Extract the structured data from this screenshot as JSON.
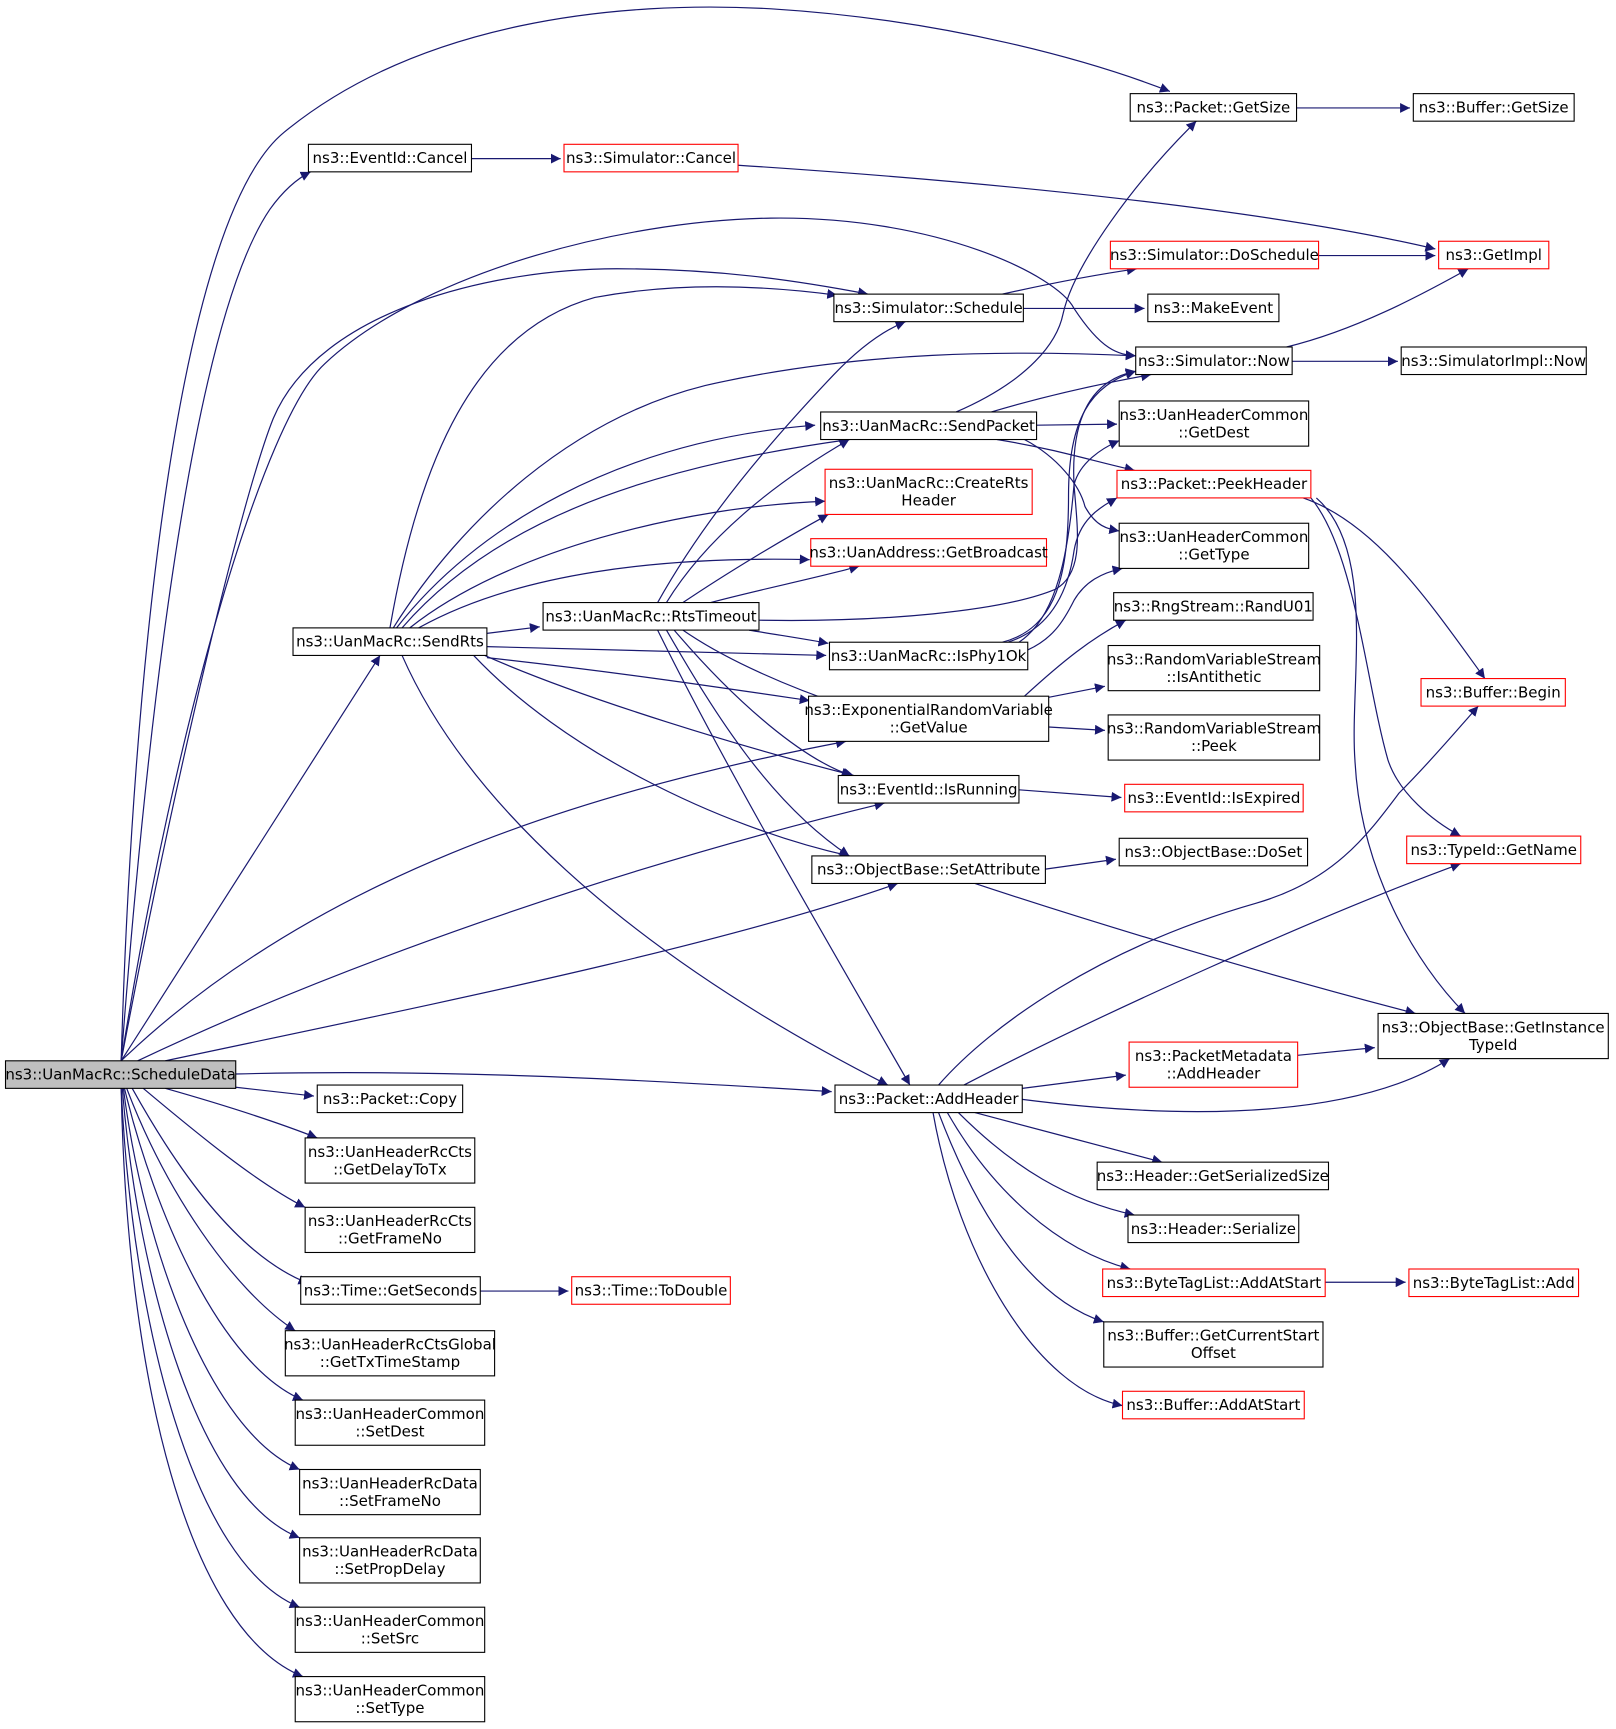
{
  "graph": {
    "colors": {
      "edge": "#191970",
      "border_normal": "#000000",
      "border_truncated": "#ff0000",
      "root_fill": "#bfbfbf",
      "fill": "#ffffff"
    },
    "nodes": [
      {
        "id": "root",
        "lines": [
          "ns3::UanMacRc::ScheduleData"
        ],
        "style": "root"
      },
      {
        "id": "getsize",
        "lines": [
          "ns3::Packet::GetSize"
        ],
        "style": "normal"
      },
      {
        "id": "bufgetsize",
        "lines": [
          "ns3::Buffer::GetSize"
        ],
        "style": "normal"
      },
      {
        "id": "evcancel",
        "lines": [
          "ns3::EventId::Cancel"
        ],
        "style": "normal"
      },
      {
        "id": "simcancel",
        "lines": [
          "ns3::Simulator::Cancel"
        ],
        "style": "truncated"
      },
      {
        "id": "getimpl",
        "lines": [
          "ns3::GetImpl"
        ],
        "style": "truncated"
      },
      {
        "id": "doschedule",
        "lines": [
          "ns3::Simulator::DoSchedule"
        ],
        "style": "truncated"
      },
      {
        "id": "schedule",
        "lines": [
          "ns3::Simulator::Schedule"
        ],
        "style": "normal"
      },
      {
        "id": "makeevent",
        "lines": [
          "ns3::MakeEvent"
        ],
        "style": "normal"
      },
      {
        "id": "simnow",
        "lines": [
          "ns3::Simulator::Now"
        ],
        "style": "normal"
      },
      {
        "id": "implnow",
        "lines": [
          "ns3::SimulatorImpl::Now"
        ],
        "style": "normal"
      },
      {
        "id": "sendpacket",
        "lines": [
          "ns3::UanMacRc::SendPacket"
        ],
        "style": "normal"
      },
      {
        "id": "getdest",
        "lines": [
          "ns3::UanHeaderCommon",
          "::GetDest"
        ],
        "style": "normal"
      },
      {
        "id": "createrts",
        "lines": [
          "ns3::UanMacRc::CreateRts",
          "Header"
        ],
        "style": "truncated"
      },
      {
        "id": "peekheader",
        "lines": [
          "ns3::Packet::PeekHeader"
        ],
        "style": "truncated"
      },
      {
        "id": "gettype",
        "lines": [
          "ns3::UanHeaderCommon",
          "::GetType"
        ],
        "style": "normal"
      },
      {
        "id": "getbroadcast",
        "lines": [
          "ns3::UanAddress::GetBroadcast"
        ],
        "style": "truncated"
      },
      {
        "id": "rtstimeout",
        "lines": [
          "ns3::UanMacRc::RtsTimeout"
        ],
        "style": "normal"
      },
      {
        "id": "randu01",
        "lines": [
          "ns3::RngStream::RandU01"
        ],
        "style": "normal"
      },
      {
        "id": "sendrts",
        "lines": [
          "ns3::UanMacRc::SendRts"
        ],
        "style": "normal"
      },
      {
        "id": "isphy1ok",
        "lines": [
          "ns3::UanMacRc::IsPhy1Ok"
        ],
        "style": "normal"
      },
      {
        "id": "isantithetic",
        "lines": [
          "ns3::RandomVariableStream",
          "::IsAntithetic"
        ],
        "style": "normal"
      },
      {
        "id": "bufbegin",
        "lines": [
          "ns3::Buffer::Begin"
        ],
        "style": "truncated"
      },
      {
        "id": "expgetvalue",
        "lines": [
          "ns3::ExponentialRandomVariable",
          "::GetValue"
        ],
        "style": "normal"
      },
      {
        "id": "peek",
        "lines": [
          "ns3::RandomVariableStream",
          "::Peek"
        ],
        "style": "normal"
      },
      {
        "id": "isrunning",
        "lines": [
          "ns3::EventId::IsRunning"
        ],
        "style": "normal"
      },
      {
        "id": "isexpired",
        "lines": [
          "ns3::EventId::IsExpired"
        ],
        "style": "truncated"
      },
      {
        "id": "getname",
        "lines": [
          "ns3::TypeId::GetName"
        ],
        "style": "truncated"
      },
      {
        "id": "setattr",
        "lines": [
          "ns3::ObjectBase::SetAttribute"
        ],
        "style": "normal"
      },
      {
        "id": "doset",
        "lines": [
          "ns3::ObjectBase::DoSet"
        ],
        "style": "normal"
      },
      {
        "id": "getinst",
        "lines": [
          "ns3::ObjectBase::GetInstance",
          "TypeId"
        ],
        "style": "normal"
      },
      {
        "id": "metaadd",
        "lines": [
          "ns3::PacketMetadata",
          "::AddHeader"
        ],
        "style": "truncated"
      },
      {
        "id": "addheader",
        "lines": [
          "ns3::Packet::AddHeader"
        ],
        "style": "normal"
      },
      {
        "id": "copy",
        "lines": [
          "ns3::Packet::Copy"
        ],
        "style": "normal"
      },
      {
        "id": "getdelay",
        "lines": [
          "ns3::UanHeaderRcCts",
          "::GetDelayToTx"
        ],
        "style": "normal"
      },
      {
        "id": "getserial",
        "lines": [
          "ns3::Header::GetSerializedSize"
        ],
        "style": "normal"
      },
      {
        "id": "serialize",
        "lines": [
          "ns3::Header::Serialize"
        ],
        "style": "normal"
      },
      {
        "id": "getframeno",
        "lines": [
          "ns3::UanHeaderRcCts",
          "::GetFrameNo"
        ],
        "style": "normal"
      },
      {
        "id": "getseconds",
        "lines": [
          "ns3::Time::GetSeconds"
        ],
        "style": "normal"
      },
      {
        "id": "todouble",
        "lines": [
          "ns3::Time::ToDouble"
        ],
        "style": "truncated"
      },
      {
        "id": "tagadd",
        "lines": [
          "ns3::ByteTagList::AddAtStart"
        ],
        "style": "truncated"
      },
      {
        "id": "tagadd2",
        "lines": [
          "ns3::ByteTagList::Add"
        ],
        "style": "truncated"
      },
      {
        "id": "gettxts",
        "lines": [
          "ns3::UanHeaderRcCtsGlobal",
          "::GetTxTimeStamp"
        ],
        "style": "normal"
      },
      {
        "id": "curstart",
        "lines": [
          "ns3::Buffer::GetCurrentStart",
          "Offset"
        ],
        "style": "normal"
      },
      {
        "id": "setdest",
        "lines": [
          "ns3::UanHeaderCommon",
          "::SetDest"
        ],
        "style": "normal"
      },
      {
        "id": "bufaddstart",
        "lines": [
          "ns3::Buffer::AddAtStart"
        ],
        "style": "truncated"
      },
      {
        "id": "setframeno",
        "lines": [
          "ns3::UanHeaderRcData",
          "::SetFrameNo"
        ],
        "style": "normal"
      },
      {
        "id": "setprop",
        "lines": [
          "ns3::UanHeaderRcData",
          "::SetPropDelay"
        ],
        "style": "normal"
      },
      {
        "id": "setsrc",
        "lines": [
          "ns3::UanHeaderCommon",
          "::SetSrc"
        ],
        "style": "normal"
      },
      {
        "id": "settype",
        "lines": [
          "ns3::UanHeaderCommon",
          "::SetType"
        ],
        "style": "normal"
      }
    ]
  }
}
